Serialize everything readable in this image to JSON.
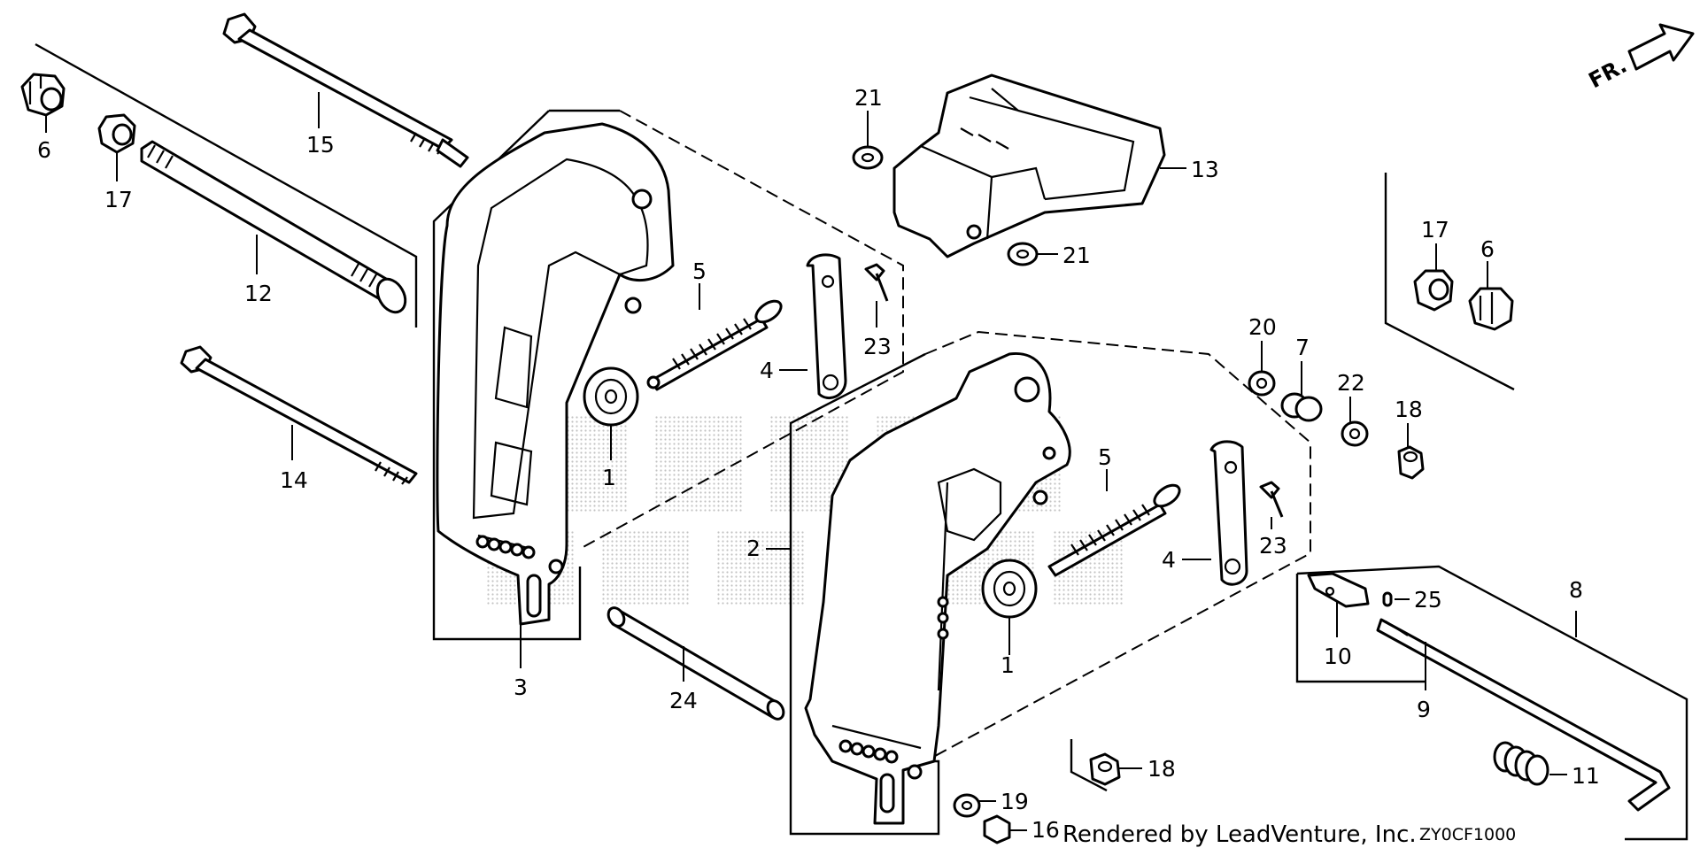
{
  "diagram": {
    "callouts": {
      "c1a": "1",
      "c1b": "1",
      "c2": "2",
      "c3": "3",
      "c4a": "4",
      "c4b": "4",
      "c5a": "5",
      "c5b": "5",
      "c6a": "6",
      "c6b": "6",
      "c7": "7",
      "c8": "8",
      "c9": "9",
      "c10": "10",
      "c11": "11",
      "c12": "12",
      "c13": "13",
      "c14": "14",
      "c15": "15",
      "c16": "16",
      "c17a": "17",
      "c17b": "17",
      "c18a": "18",
      "c18b": "18",
      "c19": "19",
      "c20": "20",
      "c21a": "21",
      "c21b": "21",
      "c22": "22",
      "c23a": "23",
      "c23b": "23",
      "c24": "24",
      "c25": "25"
    },
    "direction_label": "FR.",
    "footer_text": "Rendered by LeadVenture, Inc.",
    "diagram_code": "ZY0CF1000"
  }
}
